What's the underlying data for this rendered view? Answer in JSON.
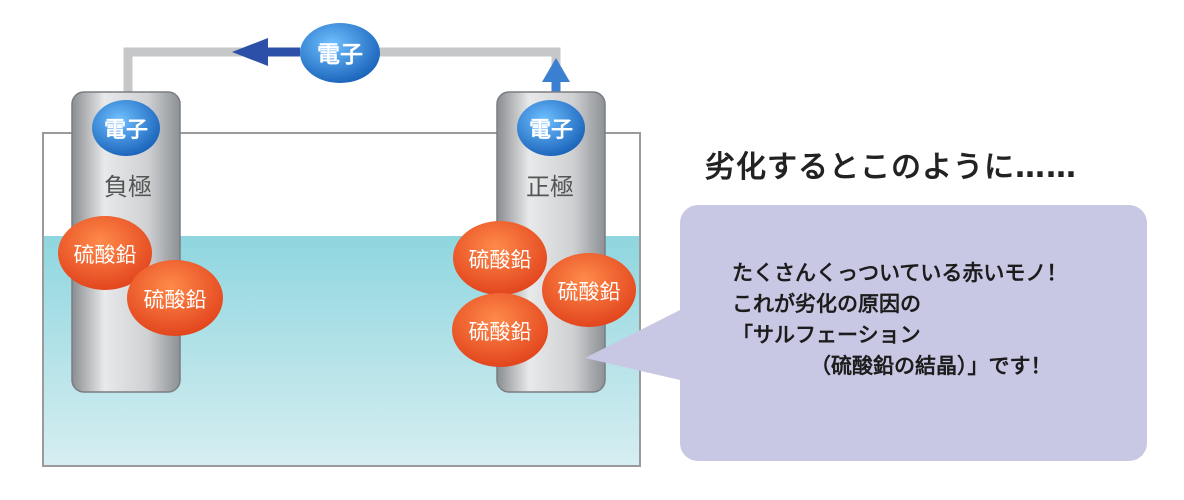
{
  "diagram": {
    "electron_label": "電子",
    "negative_label": "負極",
    "positive_label": "正極",
    "crystal_label": "硫酸鉛"
  },
  "heading": "劣化するとこのように……",
  "bubble": {
    "lines": [
      "たくさんくっついている赤いモノ！",
      "これが劣化の原因の",
      "「サルフェーション",
      "（硫酸鉛の結晶）」です！"
    ]
  },
  "colors": {
    "electrolyte": "#8fd6df",
    "electron": "#2f86d6",
    "crystal": "#f05a1f",
    "bubble": "#c9c8e4",
    "wire_arrow": "#2c4fa8"
  }
}
